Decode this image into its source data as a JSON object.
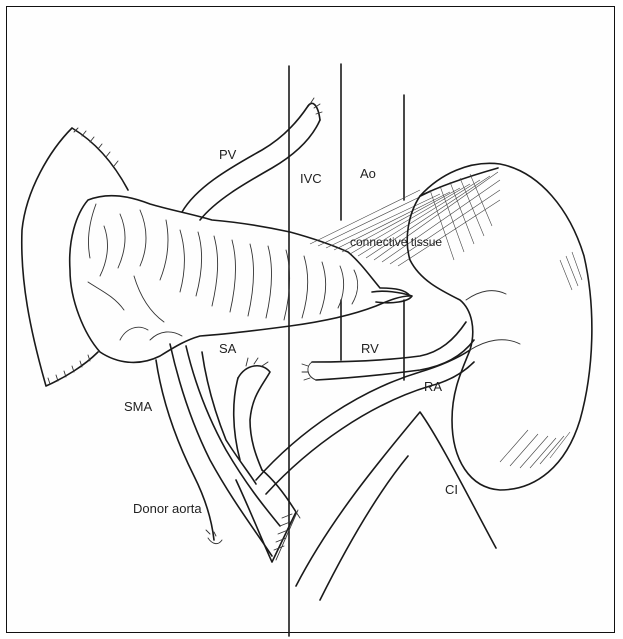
{
  "labels": {
    "pv": "PV",
    "ivc": "IVC",
    "ao": "Ao",
    "connective_tissue": "connective tissue",
    "sa": "SA",
    "rv": "RV",
    "sma": "SMA",
    "ra": "RA",
    "ci": "CI",
    "donor_aorta": "Donor aorta"
  },
  "colors": {
    "line": "#1a1a1a",
    "background": "#fefefe"
  }
}
